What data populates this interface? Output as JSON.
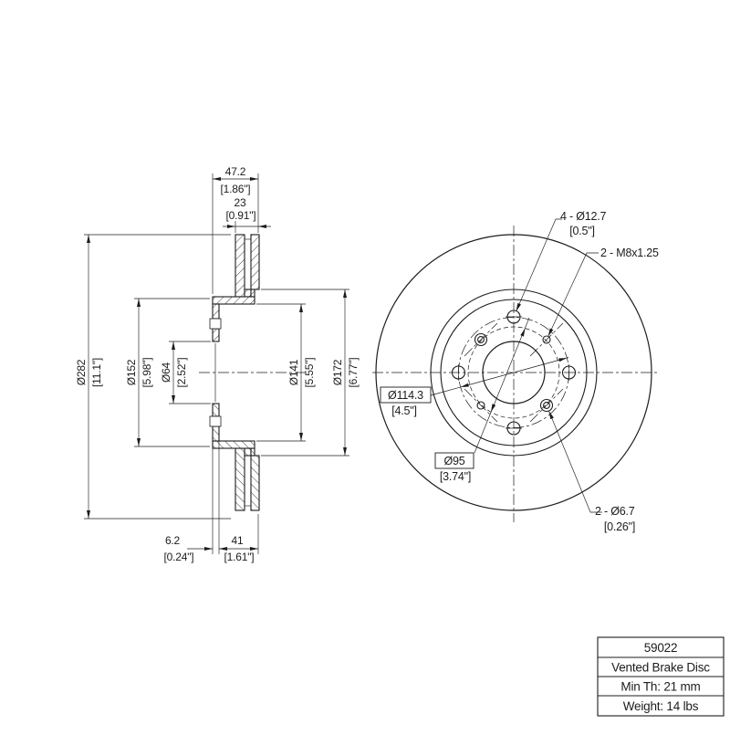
{
  "drawing": {
    "section_dims": {
      "overall_width_mm": "47.2",
      "overall_width_in": "[1.86\"]",
      "disc_thickness_mm": "23",
      "disc_thickness_in": "[0.91\"]",
      "outer_dia_mm": "Ø282",
      "outer_dia_in": "[11.1\"]",
      "hat_dia_mm": "Ø152",
      "hat_dia_in": "[5.98\"]",
      "bore_dia_mm": "Ø64",
      "bore_dia_in": "[2.52\"]",
      "hat_inner_dia_mm": "Ø141",
      "hat_inner_dia_in": "[5.55\"]",
      "friction_inner_dia_mm": "Ø172",
      "friction_inner_dia_in": "[6.77\"]",
      "hat_wall_mm": "6.2",
      "hat_wall_in": "[0.24\"]",
      "hat_depth_mm": "41",
      "hat_depth_in": "[1.61\"]"
    },
    "front_labels": {
      "lug_holes_mm": "4 - Ø12.7",
      "lug_holes_in": "[0.5\"]",
      "thread_holes": "2 - M8x1.25",
      "bolt_circle_mm": "Ø114.3",
      "bolt_circle_in": "[4.5\"]",
      "pilot_circle_mm": "Ø95",
      "pilot_circle_in": "[3.74\"]",
      "small_holes_mm": "2 - Ø6.7",
      "small_holes_in": "[0.26\"]"
    },
    "title_block": {
      "part_number": "59022",
      "description": "Vented Brake Disc",
      "min_thickness": "Min Th: 21 mm",
      "weight": "Weight: 14 lbs"
    },
    "colors": {
      "line": "#1c1c1c",
      "background": "#ffffff"
    }
  }
}
